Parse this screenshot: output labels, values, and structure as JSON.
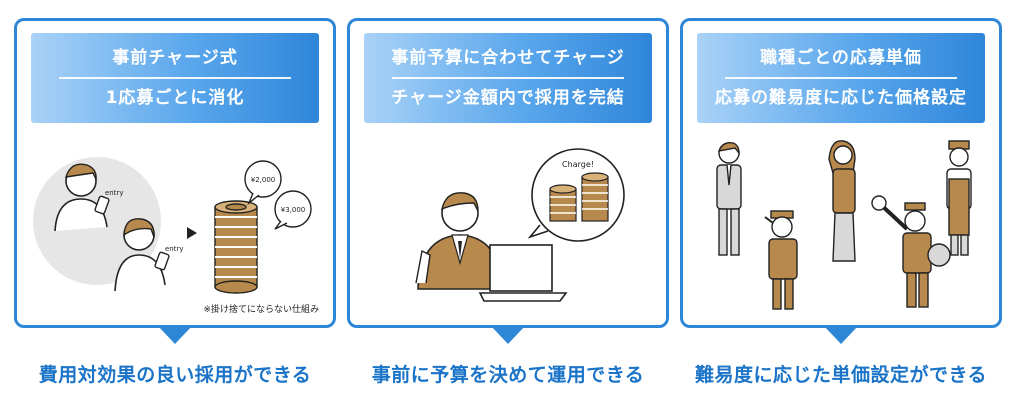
{
  "colors": {
    "accent": "#2e86d6",
    "caption": "#1b74c8",
    "coin": "#b8894c"
  },
  "cards": [
    {
      "header_line1": "事前チャージ式",
      "header_line2": "1応募ごとに消化",
      "bubble1": "¥2,000",
      "bubble2": "¥3,000",
      "entry_label1": "entry",
      "entry_label2": "entry",
      "note": "※掛け捨てにならない仕組み",
      "caption": "費用対効果の良い採用ができる"
    },
    {
      "header_line1": "事前予算に合わせてチャージ",
      "header_line2": "チャージ金額内で採用を完結",
      "bubble": "Charge!",
      "caption": "事前に予算を決めて運用できる"
    },
    {
      "header_line1": "職種ごとの応募単価",
      "header_line2": "応募の難易度に応じた価格設定",
      "caption": "難易度に応じた単価設定ができる"
    }
  ]
}
